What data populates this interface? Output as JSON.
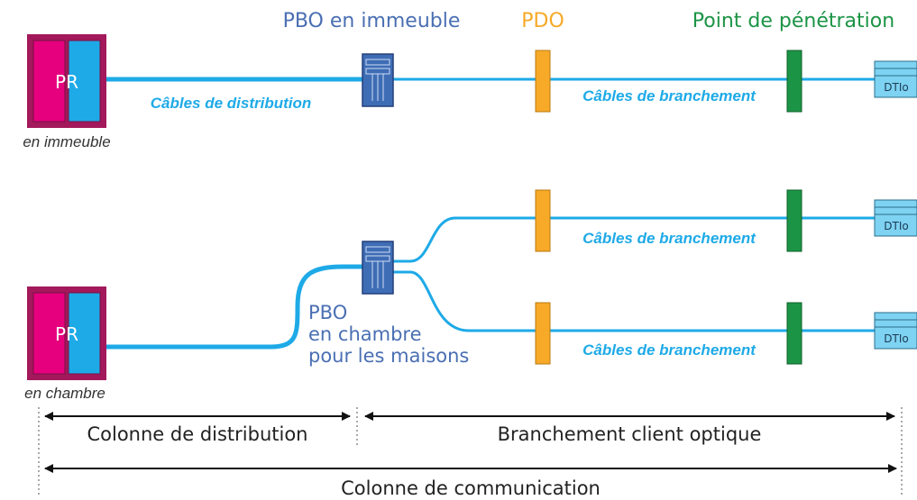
{
  "header": {
    "pbo_building": "PBO en immeuble",
    "pdo": "PDO",
    "penetration": "Point de pénétration"
  },
  "top_row": {
    "pr_label": "PR",
    "pr_caption": "en immeuble",
    "distribution_cable": "Câbles de distribution",
    "branch_cable": "Câbles de branchement",
    "dtio": "DTIo"
  },
  "bottom_rows": {
    "pr_label": "PR",
    "pr_caption": "en chambre",
    "pbo_line1": "PBO",
    "pbo_line2": "en chambre",
    "pbo_line3": "pour les maisons",
    "branch_cable_1": "Câbles de branchement",
    "branch_cable_2": "Câbles de branchement",
    "dtio_1": "DTIo",
    "dtio_2": "DTIo"
  },
  "legend": {
    "distribution_column": "Colonne de distribution",
    "client_branch": "Branchement client optique",
    "communication_column": "Colonne de communication"
  },
  "colors": {
    "cable": "#1EAAE7",
    "pr_frame": "#A3195B",
    "pr_left": "#E6007E",
    "pr_right": "#1EAAE7",
    "pbo": "#3E6DB5",
    "pdo": "#F7A928",
    "penetration": "#1C9446",
    "dtio": "#7FD3F2",
    "header_blue": "#4A6FB3",
    "header_orange": "#F7A928",
    "header_green": "#1C9446"
  }
}
